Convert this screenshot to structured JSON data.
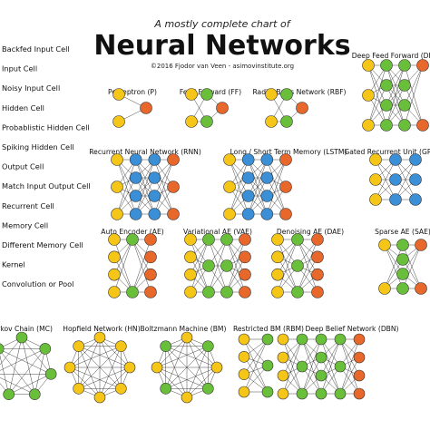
{
  "header": {
    "subtitle": "A mostly complete chart of",
    "title": "Neural Networks",
    "credit": "©2016 Fjodor van Veen - asimovinstitute.org"
  },
  "legend": [
    {
      "label": "Backfed Input Cell",
      "color": "#f5c518"
    },
    {
      "label": "Input Cell",
      "color": "#f5c518"
    },
    {
      "label": "Noisy Input Cell",
      "color": "#f5c518"
    },
    {
      "label": "Hidden Cell",
      "color": "#6abf3a"
    },
    {
      "label": "Probablistic Hidden Cell",
      "color": "#6abf3a"
    },
    {
      "label": "Spiking Hidden Cell",
      "color": "#6abf3a"
    },
    {
      "label": "Output Cell",
      "color": "#e8672a"
    },
    {
      "label": "Match Input Output Cell",
      "color": "#e8672a"
    },
    {
      "label": "Recurrent Cell",
      "color": "#3b8fd6"
    },
    {
      "label": "Memory Cell",
      "color": "#3b8fd6"
    },
    {
      "label": "Different Memory Cell",
      "color": "#3b8fd6"
    },
    {
      "label": "Kernel",
      "color": "#c06ab8"
    },
    {
      "label": "Convolution or Pool",
      "color": "#c06ab8"
    }
  ],
  "colors": {
    "input": "#f5c518",
    "hidden": "#6abf3a",
    "output": "#e8672a",
    "recurrent": "#3b8fd6",
    "text": "#111111"
  },
  "networks": [
    {
      "name": "Perceptron (P)",
      "layers": [
        [
          "input",
          "input"
        ],
        [
          "output"
        ]
      ]
    },
    {
      "name": "Feed Forward (FF)",
      "layers": [
        [
          "input",
          "input"
        ],
        [
          "hidden",
          "hidden"
        ],
        [
          "output"
        ]
      ]
    },
    {
      "name": "Radial Basis Network (RBF)",
      "layers": [
        [
          "input",
          "input"
        ],
        [
          "hidden",
          "hidden"
        ],
        [
          "output"
        ]
      ]
    },
    {
      "name": "Deep Feed Forward (DFF)",
      "layers": [
        [
          "input",
          "input",
          "input"
        ],
        [
          "hidden",
          "hidden",
          "hidden",
          "hidden"
        ],
        [
          "hidden",
          "hidden",
          "hidden",
          "hidden"
        ],
        [
          "output",
          "output"
        ]
      ]
    },
    {
      "name": "Recurrent Neural Network (RNN)",
      "layers": [
        [
          "input",
          "input",
          "input"
        ],
        [
          "recurrent",
          "recurrent",
          "recurrent",
          "recurrent"
        ],
        [
          "recurrent",
          "recurrent",
          "recurrent",
          "recurrent"
        ],
        [
          "output",
          "output",
          "output"
        ]
      ]
    },
    {
      "name": "Long / Short Term Memory (LSTM)",
      "layers": [
        [
          "input",
          "input",
          "input"
        ],
        [
          "recurrent",
          "recurrent",
          "recurrent",
          "recurrent"
        ],
        [
          "recurrent",
          "recurrent",
          "recurrent",
          "recurrent"
        ],
        [
          "output",
          "output",
          "output"
        ]
      ]
    },
    {
      "name": "Gated Recurrent Unit (GRU)",
      "layers": [
        [
          "input",
          "input",
          "input"
        ],
        [
          "recurrent",
          "recurrent",
          "recurrent"
        ],
        [
          "recurrent",
          "recurrent",
          "recurrent"
        ]
      ]
    },
    {
      "name": "Auto Encoder (AE)",
      "layers": [
        [
          "input",
          "input",
          "input",
          "input"
        ],
        [
          "hidden",
          "hidden"
        ],
        [
          "output",
          "output",
          "output",
          "output"
        ]
      ]
    },
    {
      "name": "Variational AE (VAE)",
      "layers": [
        [
          "input",
          "input",
          "input",
          "input"
        ],
        [
          "hidden",
          "hidden",
          "hidden"
        ],
        [
          "hidden",
          "hidden",
          "hidden"
        ],
        [
          "output",
          "output",
          "output",
          "output"
        ]
      ]
    },
    {
      "name": "Denoising AE (DAE)",
      "layers": [
        [
          "input",
          "input",
          "input",
          "input"
        ],
        [
          "hidden",
          "hidden",
          "hidden"
        ],
        [
          "output",
          "output",
          "output",
          "output"
        ]
      ]
    },
    {
      "name": "Sparse AE (SAE)",
      "layers": [
        [
          "input",
          "input"
        ],
        [
          "hidden",
          "hidden",
          "hidden",
          "hidden"
        ],
        [
          "output",
          "output"
        ]
      ]
    },
    {
      "name": "Markov Chain (MC)",
      "ring": 7,
      "colors": [
        "hidden"
      ]
    },
    {
      "name": "Hopfield Network (HN)",
      "ring": 8,
      "colors": [
        "input"
      ]
    },
    {
      "name": "Boltzmann Machine (BM)",
      "ring": 8,
      "colors": [
        "input",
        "hidden"
      ]
    },
    {
      "name": "Restricted BM (RBM)",
      "layers": [
        [
          "input",
          "input",
          "input",
          "input"
        ],
        [
          "hidden",
          "hidden",
          "hidden"
        ]
      ]
    },
    {
      "name": "Deep Belief Network (DBN)",
      "layers": [
        [
          "input",
          "input",
          "input",
          "input"
        ],
        [
          "hidden",
          "hidden",
          "hidden"
        ],
        [
          "hidden",
          "hidden",
          "hidden",
          "hidden"
        ],
        [
          "hidden",
          "hidden",
          "hidden"
        ],
        [
          "output",
          "output",
          "output",
          "output"
        ]
      ]
    }
  ]
}
